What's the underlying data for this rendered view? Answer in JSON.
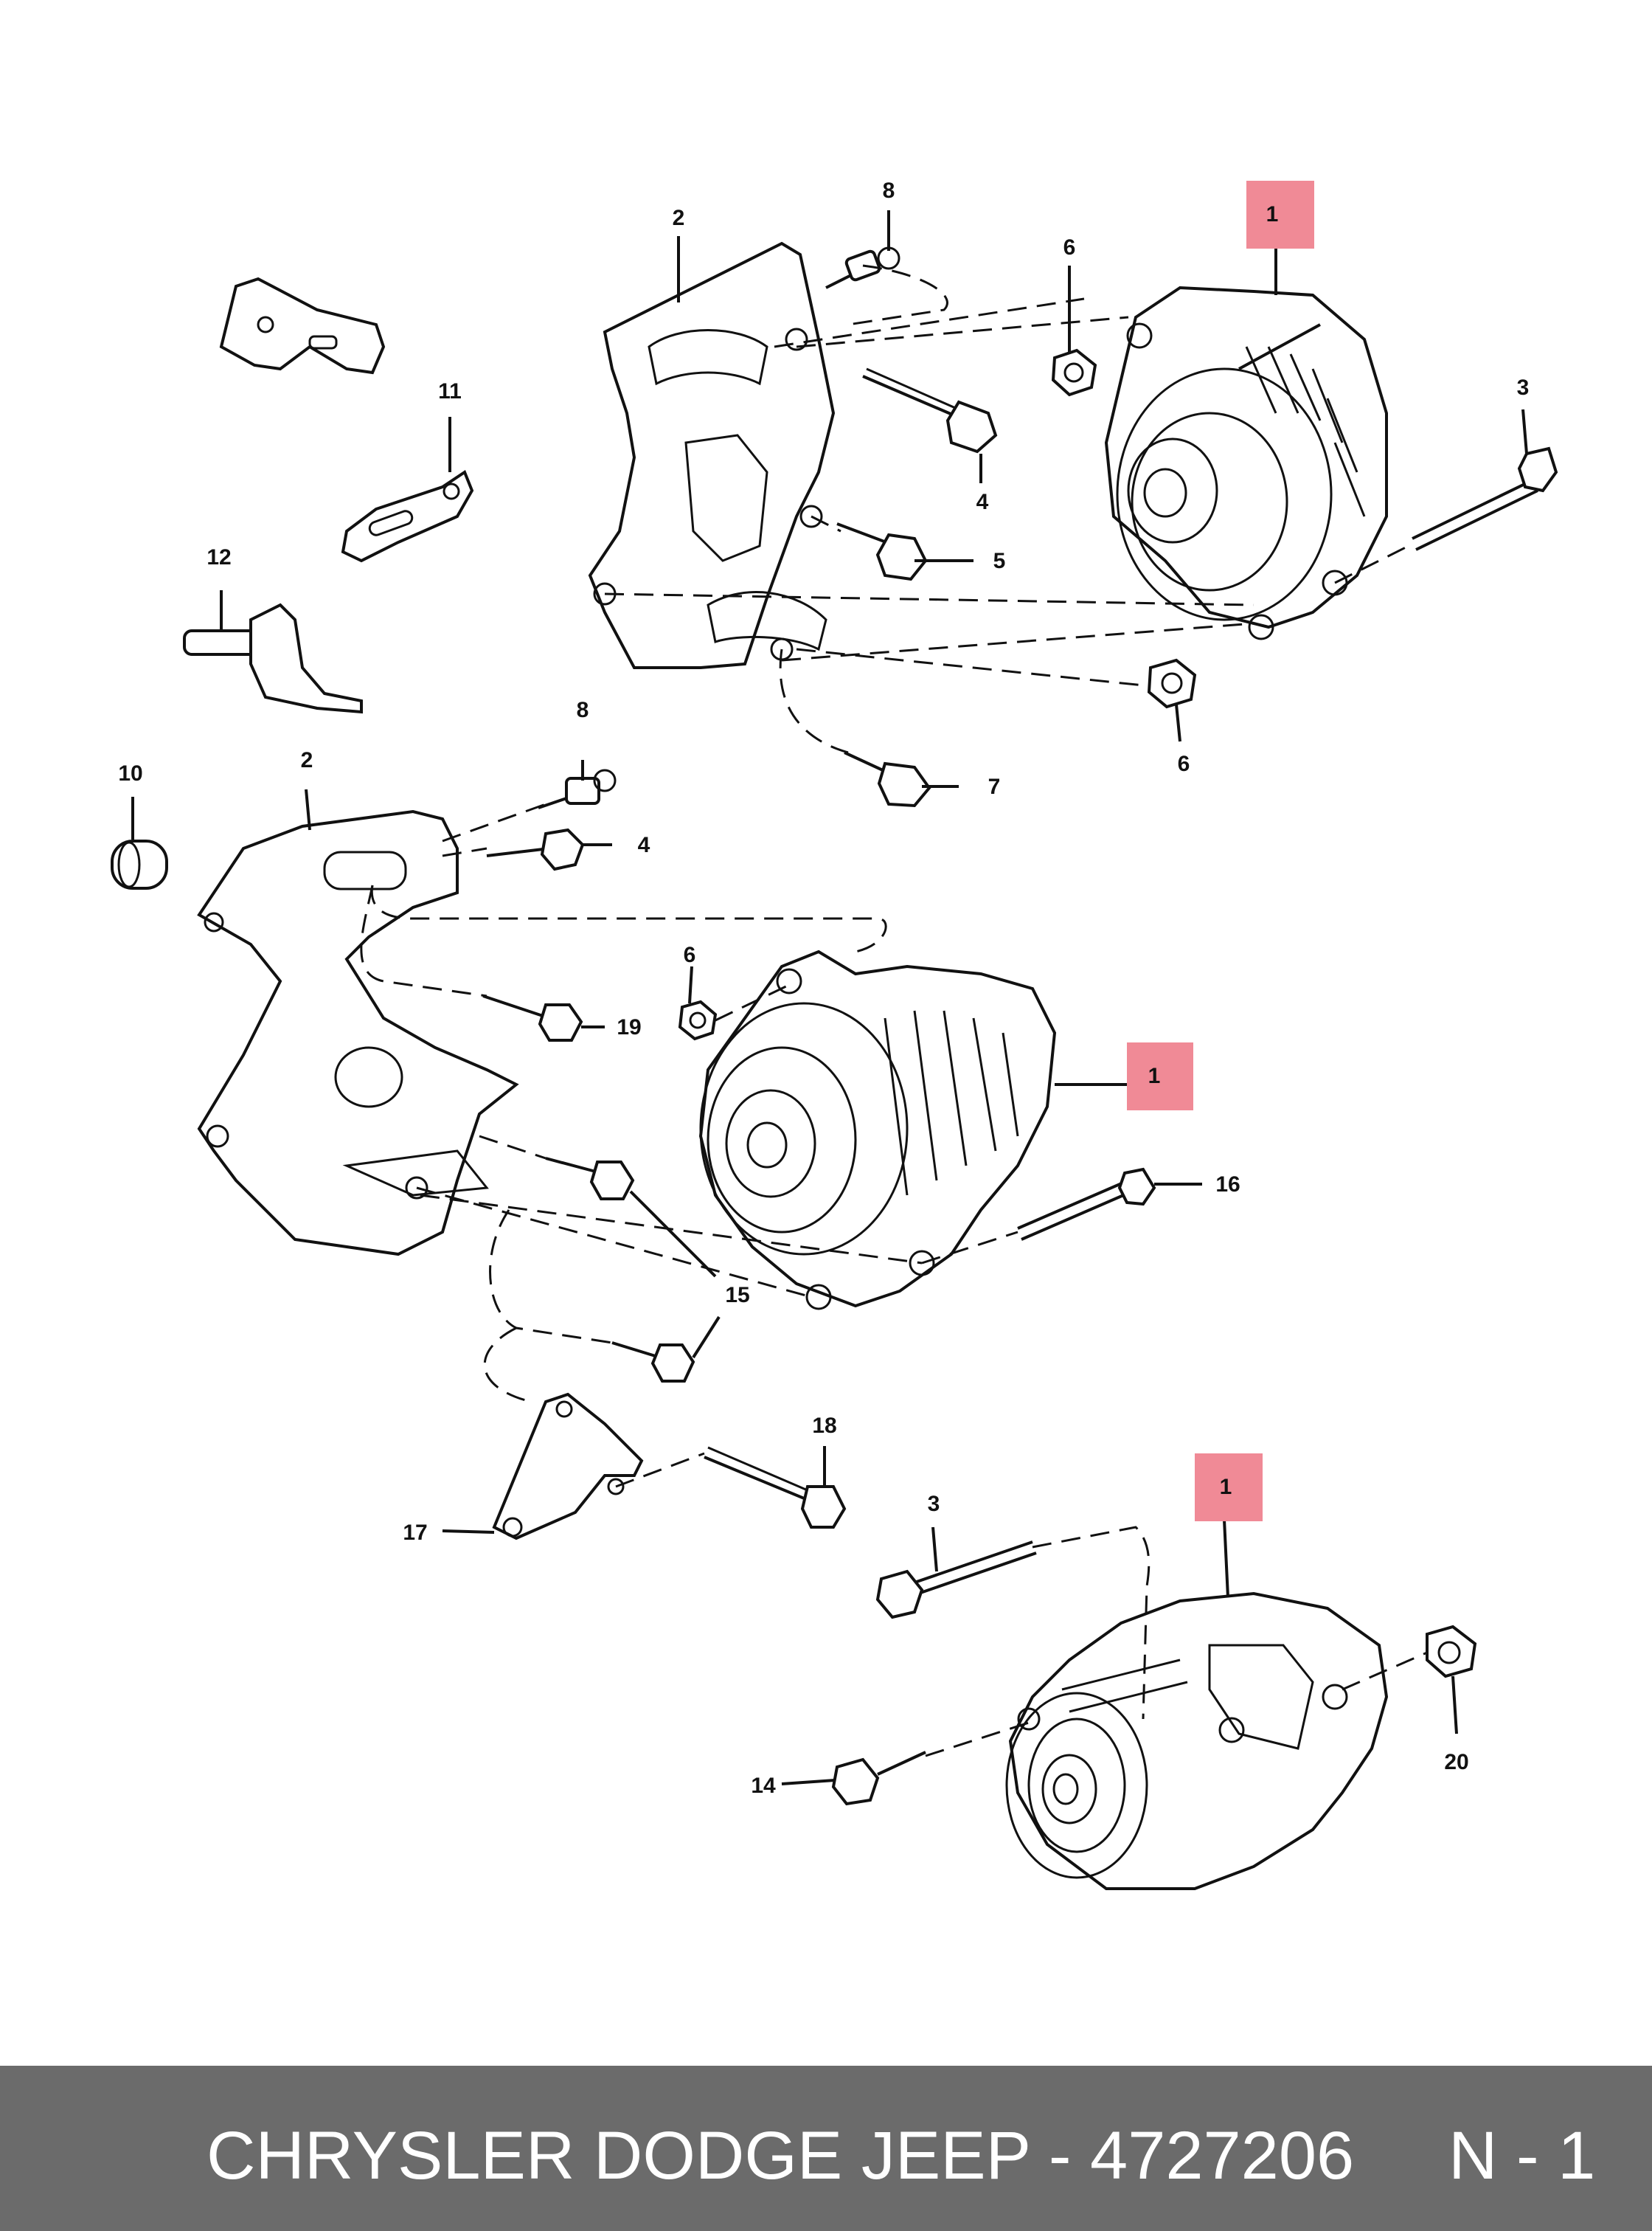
{
  "footer": {
    "title": "CHRYSLER DODGE JEEP - 4727206     N - 1"
  },
  "callouts": {
    "c1a": "1",
    "c1b": "1",
    "c1c": "1",
    "c2a": "2",
    "c2b": "2",
    "c3a": "3",
    "c3b": "3",
    "c4a": "4",
    "c4b": "4",
    "c5": "5",
    "c6a": "6",
    "c6b": "6",
    "c6c": "6",
    "c7": "7",
    "c8a": "8",
    "c8b": "8",
    "c10": "10",
    "c11": "11",
    "c12": "12",
    "c14": "14",
    "c15": "15",
    "c16": "16",
    "c17": "17",
    "c18": "18",
    "c19": "19",
    "c20": "20"
  },
  "colors": {
    "highlight": "#f08a96",
    "footer_bg": "#6b6b6b",
    "footer_text": "#ffffff"
  }
}
